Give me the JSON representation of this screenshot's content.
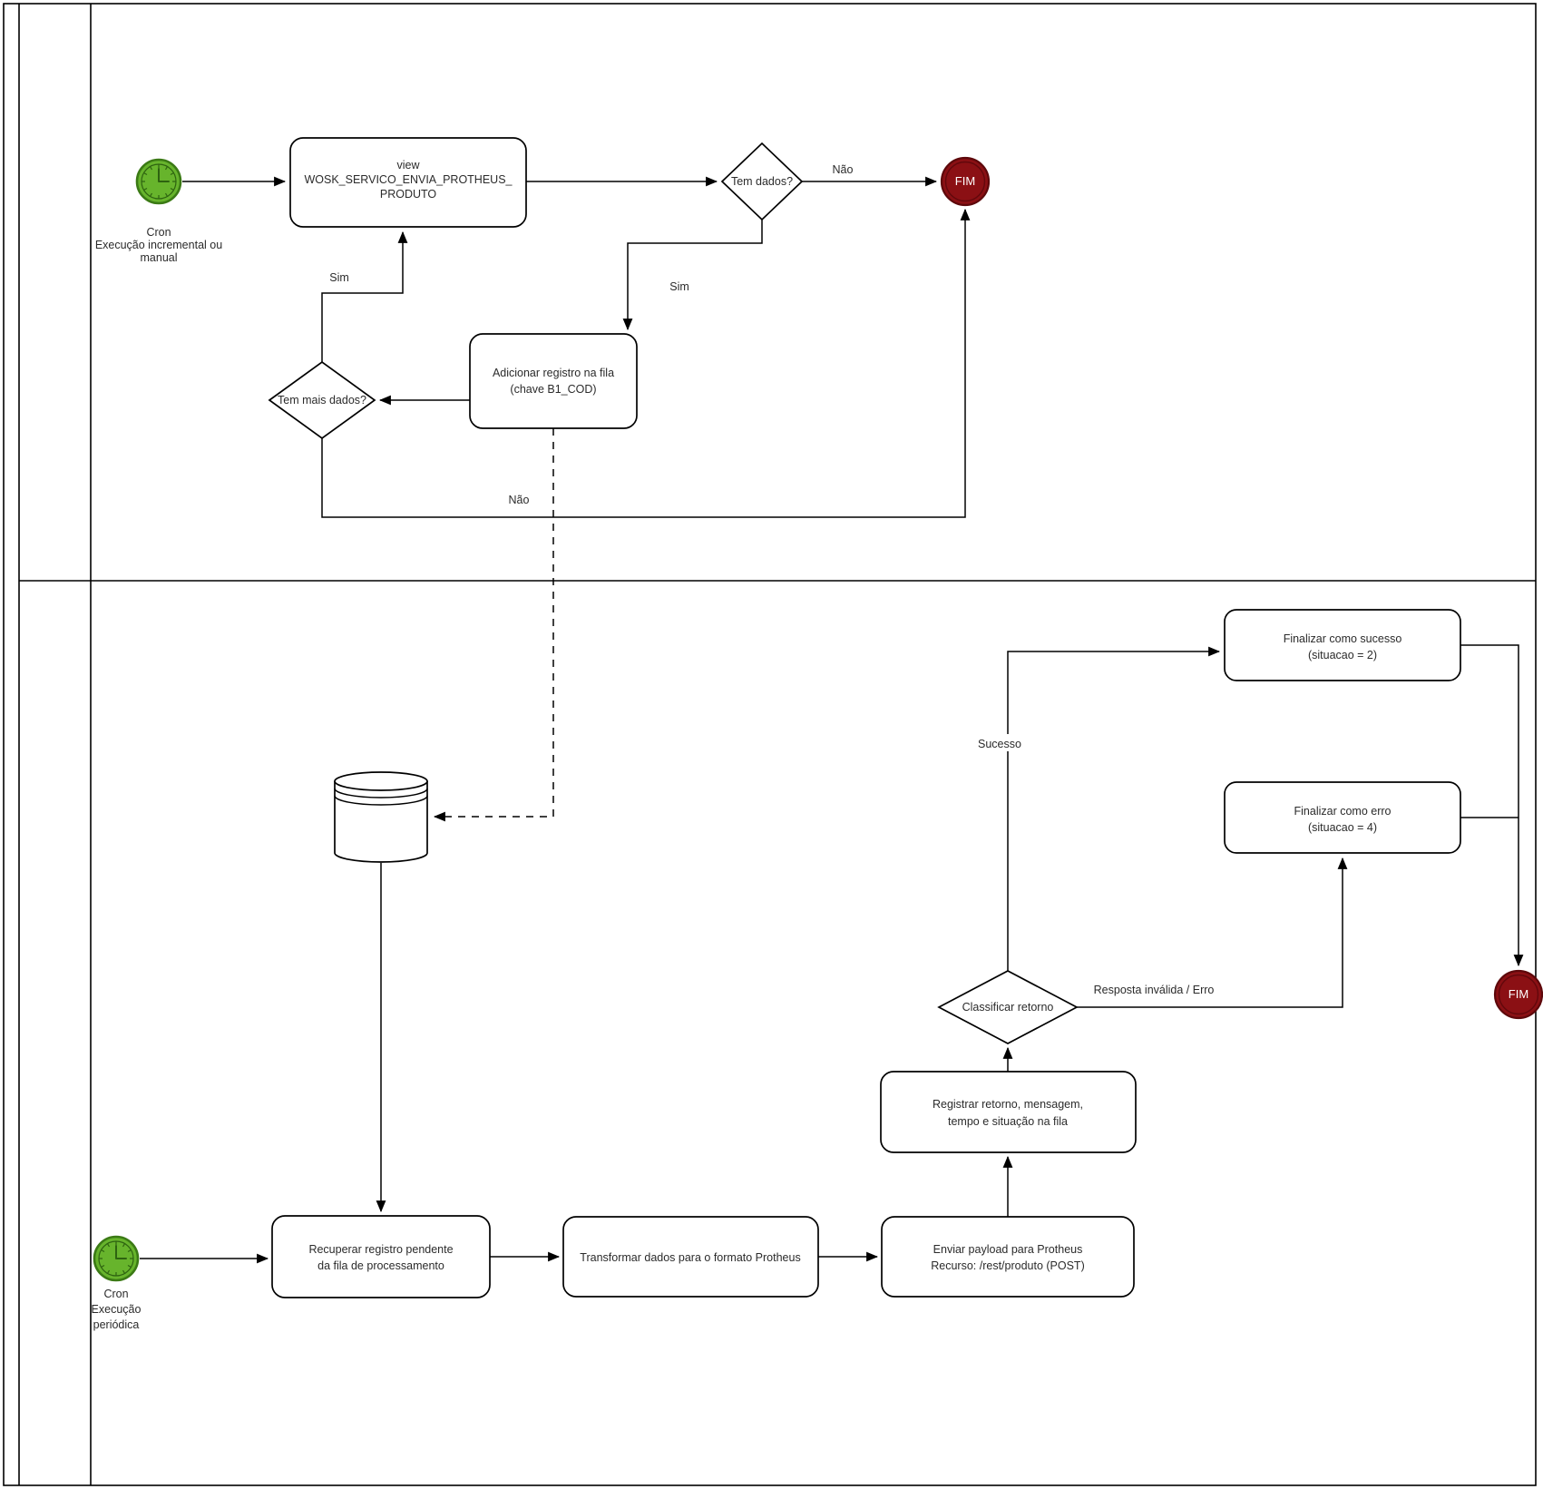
{
  "diagram": {
    "colors": {
      "start_fill": "#67b42c",
      "start_stroke": "#3b7a15",
      "start_detail": "#2e6310",
      "end_fill": "#8b1014",
      "end_stroke": "#5d080b",
      "end_text": "#ffffff",
      "line": "#000000",
      "text": "#2b2b2b"
    },
    "nodes": {
      "cron_top": {
        "caption_lines": [
          "Cron",
          "Execução incremental ou",
          "manual"
        ]
      },
      "view_produto": {
        "lines": [
          "view",
          "WOSK_SERVICO_ENVIA_PROTHEUS_",
          "PRODUTO"
        ]
      },
      "tem_dados": {
        "label": "Tem dados?"
      },
      "fim_top": {
        "label": "FIM"
      },
      "adicionar_registro": {
        "lines": [
          "Adicionar registro na fila",
          "(chave B1_COD)"
        ]
      },
      "tem_mais_dados": {
        "label": "Tem mais dados?"
      },
      "cron_bottom": {
        "caption_lines": [
          "Cron",
          "Execução",
          "periódica"
        ]
      },
      "recuperar_registro": {
        "lines": [
          "Recuperar registro pendente",
          "da fila de processamento"
        ]
      },
      "transformar_dados": {
        "lines": [
          "Transformar dados para o formato Protheus"
        ]
      },
      "enviar_payload": {
        "lines": [
          "Enviar payload para Protheus",
          "Recurso: /rest/produto (POST)"
        ]
      },
      "registrar_retorno": {
        "lines": [
          "Registrar retorno, mensagem,",
          "tempo e situação na fila"
        ]
      },
      "classificar_retorno": {
        "label": "Classificar retorno"
      },
      "finalizar_sucesso": {
        "lines": [
          "Finalizar como sucesso",
          "(situacao = 2)"
        ]
      },
      "finalizar_erro": {
        "lines": [
          "Finalizar como erro",
          "(situacao = 4)"
        ]
      },
      "fim_bottom": {
        "label": "FIM"
      }
    },
    "edge_labels": {
      "tem_dados_nao": "Não",
      "tem_dados_sim": "Sim",
      "tem_mais_dados_sim": "Sim",
      "tem_mais_dados_nao": "Não",
      "classificar_sucesso": "Sucesso",
      "classificar_erro": "Resposta inválida / Erro"
    }
  }
}
